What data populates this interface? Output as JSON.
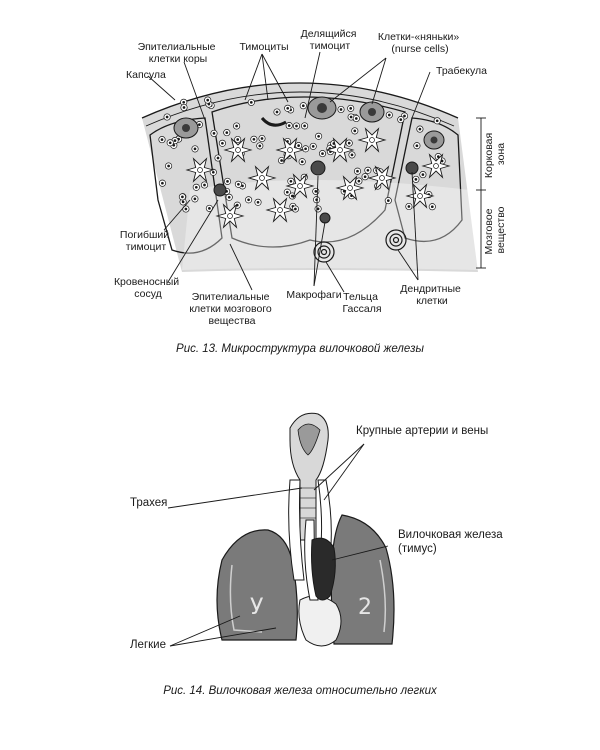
{
  "figure13": {
    "caption": "Рис. 13. Микроструктура вилочковой железы",
    "labels": {
      "epithelial_cortex": [
        "Эпителиальные",
        "клетки коры"
      ],
      "thymocytes": "Тимоциты",
      "dividing_thymocyte": [
        "Делящийся",
        "тимоцит"
      ],
      "nurse_cells": [
        "Клетки-«няньки»",
        "(nurse cells)"
      ],
      "capsule": "Капсула",
      "trabecula": "Трабекула",
      "dead_thymocyte": [
        "Погибший",
        "тимоцит"
      ],
      "blood_vessel": [
        "Кровеносный",
        "сосуд"
      ],
      "epithelial_medulla": [
        "Эпителиальные",
        "клетки мозгового",
        "вещества"
      ],
      "macrophages": "Макрофаги",
      "hassall_bodies": [
        "Тельца",
        "Гассаля"
      ],
      "dendritic_cells": [
        "Дендритные",
        "клетки"
      ],
      "cortex_zone": [
        "Корковая",
        "зона"
      ],
      "medulla_zone": [
        "Мозговое",
        "вещество"
      ]
    }
  },
  "figure14": {
    "caption": "Рис. 14. Вилочковая железа относительно легких",
    "labels": {
      "arteries_veins": "Крупные артерии и вены",
      "trachea": "Трахея",
      "thymus": [
        "Вилочковая железа",
        "(тимус)"
      ],
      "lungs": "Легкие"
    }
  },
  "colors": {
    "ink": "#1a1a1a",
    "tissue_fill": "#d9d9d9",
    "lung_fill": "#7a7a7a",
    "lung_light": "#b0b0b0"
  }
}
